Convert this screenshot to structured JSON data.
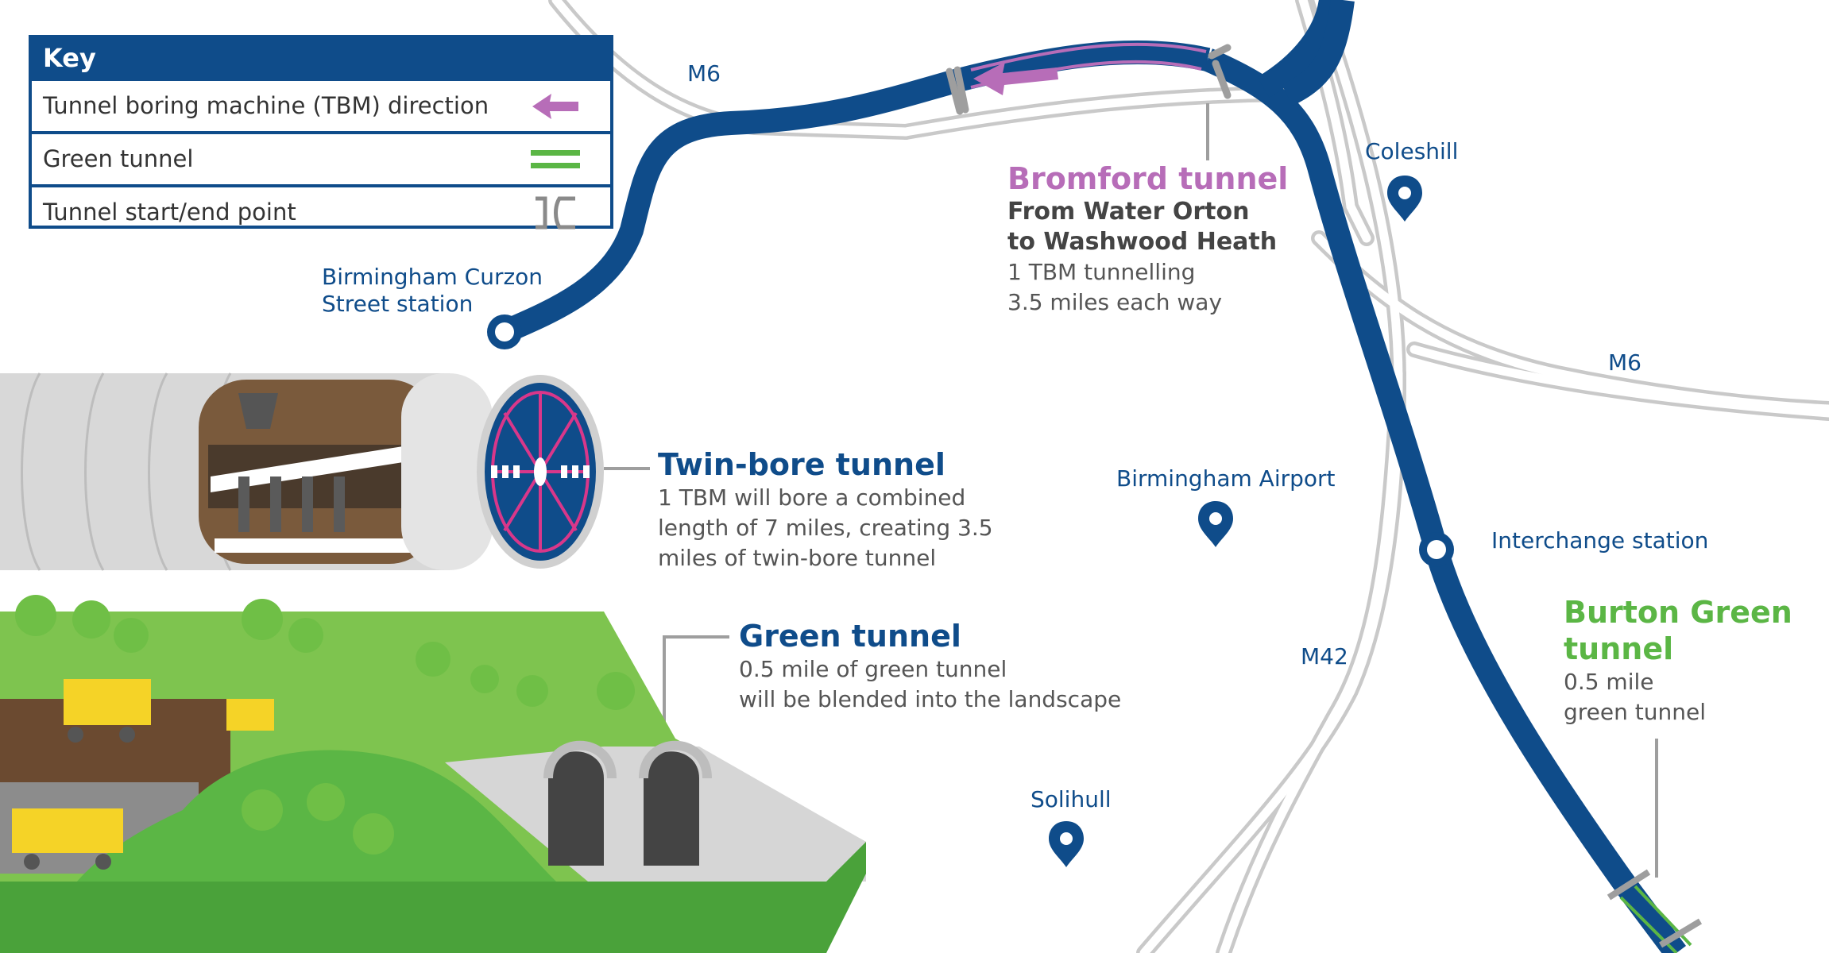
{
  "colors": {
    "navy": "#0f4c8a",
    "purple": "#b76db8",
    "green": "#5bb645",
    "motorway_grey": "#c9c9c9",
    "portal_grey": "#9e9e9e"
  },
  "key": {
    "title": "Key",
    "items": [
      {
        "label": "Tunnel boring machine (TBM) direction",
        "icon": "purple-arrow-left-icon"
      },
      {
        "label": "Green tunnel",
        "icon": "green-double-line-icon"
      },
      {
        "label": "Tunnel start/end point",
        "icon": "grey-bracket-icon"
      }
    ]
  },
  "roads": {
    "m6_west": "M6",
    "m6_east": "M6",
    "m42": "M42"
  },
  "places": {
    "curzon_line1": "Birmingham Curzon",
    "curzon_line2": "Street station",
    "coleshill": "Coleshill",
    "airport": "Birmingham Airport",
    "interchange": "Interchange station",
    "solihull": "Solihull"
  },
  "callouts": {
    "bromford": {
      "title": "Bromford tunnel",
      "sub1": "From Water Orton",
      "sub2": "to Washwood Heath",
      "desc1": "1 TBM tunnelling",
      "desc2": "3.5 miles each way"
    },
    "twin_bore": {
      "title": "Twin-bore tunnel",
      "desc1": "1 TBM will bore a combined",
      "desc2": "length of 7 miles, creating 3.5",
      "desc3": "miles of twin-bore tunnel"
    },
    "green_tunnel": {
      "title": "Green tunnel",
      "desc1": "0.5 mile of green tunnel",
      "desc2": "will be blended into the landscape"
    },
    "burton_green": {
      "title1": "Burton Green",
      "title2": "tunnel",
      "desc1": "0.5 mile",
      "desc2": "green tunnel"
    }
  },
  "icons": {
    "place_pin": "map-pin-icon",
    "station": "station-ring-icon"
  }
}
